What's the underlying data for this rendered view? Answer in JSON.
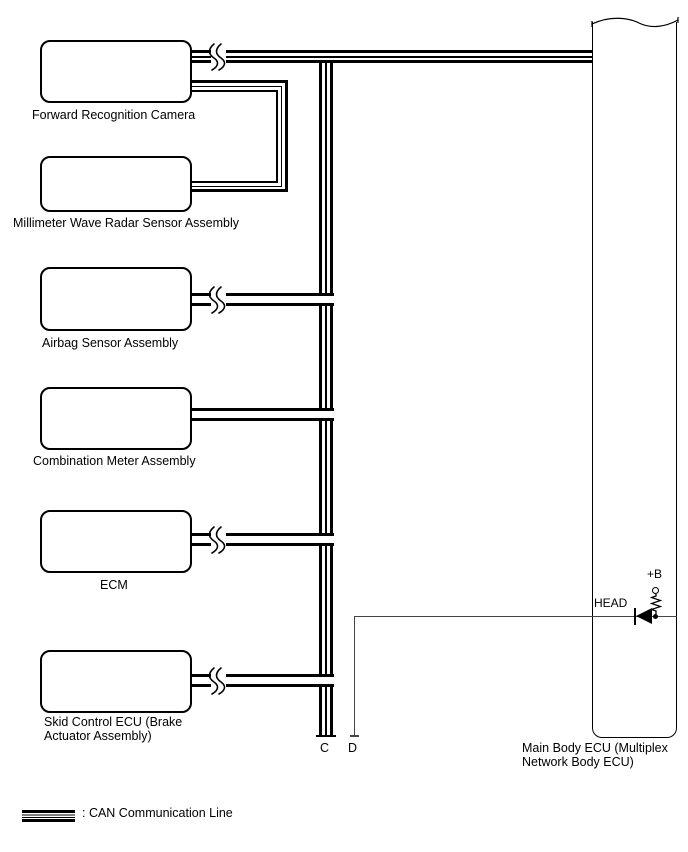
{
  "devices": [
    {
      "label": "Forward Recognition Camera"
    },
    {
      "label": "Millimeter Wave Radar Sensor Assembly"
    },
    {
      "label": "Airbag Sensor Assembly"
    },
    {
      "label": "Combination Meter Assembly"
    },
    {
      "label": "ECM"
    },
    {
      "label": "Skid Control ECU (Brake Actuator Assembly)"
    },
    {
      "label": "Main Body ECU (Multiplex Network Body ECU)"
    }
  ],
  "connector_labels": {
    "c": "C",
    "d": "D"
  },
  "pin_labels": {
    "head": "HEAD",
    "power": "+B"
  },
  "legend": {
    "text": ": CAN Communication Line"
  },
  "colors": {
    "can_line": "#000000",
    "signal_wire": "#444444",
    "text": "#000000",
    "background": "#ffffff"
  }
}
